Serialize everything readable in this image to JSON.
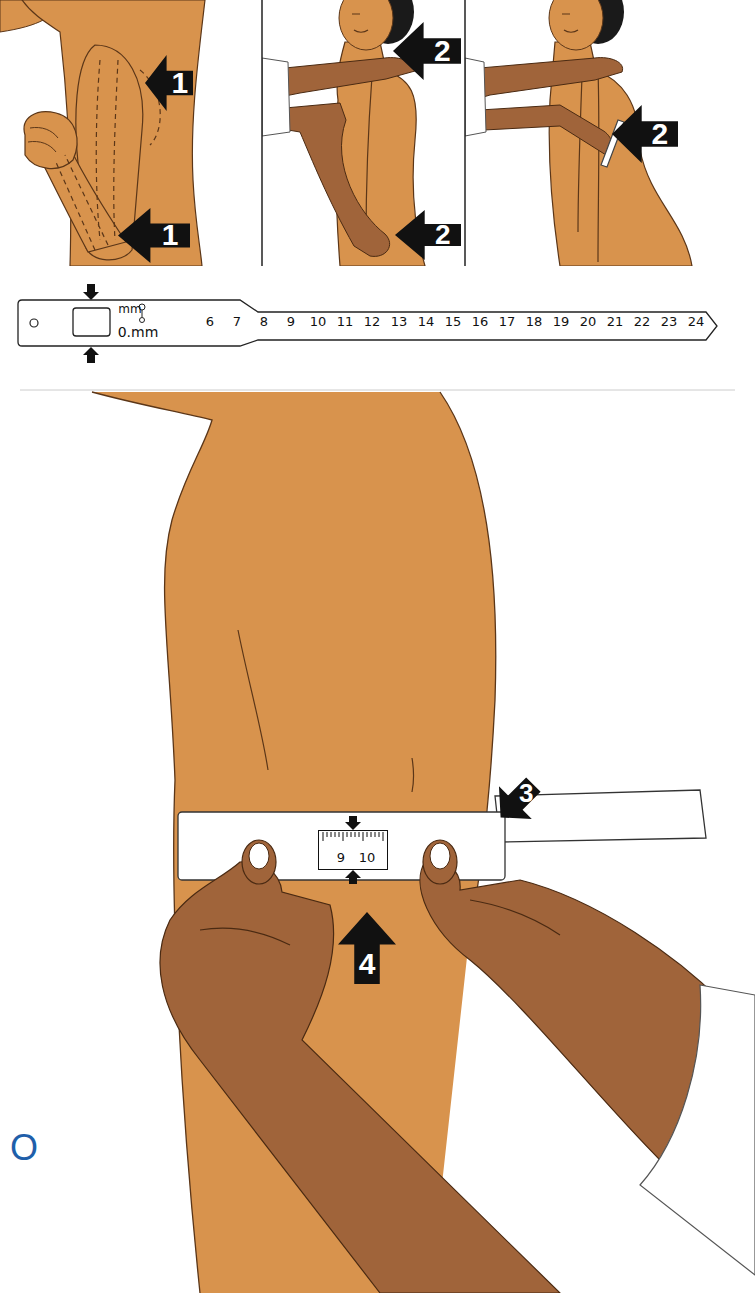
{
  "diagram": {
    "nodes": [
      {
        "text": [
          "1"
        ]
      },
      {
        "text": [
          "1"
        ]
      },
      {
        "text": [
          "2"
        ]
      },
      {
        "text": [
          "2"
        ]
      },
      {
        "text": [
          "2"
        ]
      },
      {
        "text": [
          "mm",
          "0.mm",
          "6",
          "7",
          "8",
          "9",
          "10",
          "11",
          "12",
          "13",
          "14",
          "15",
          "16",
          "17",
          "18",
          "19",
          "20",
          "21",
          "22",
          "23",
          "24"
        ]
      },
      {
        "text": [
          "3"
        ]
      },
      {
        "text": [
          "9",
          "10"
        ]
      },
      {
        "text": [
          "4"
        ]
      }
    ],
    "labels": [
      "O"
    ]
  }
}
